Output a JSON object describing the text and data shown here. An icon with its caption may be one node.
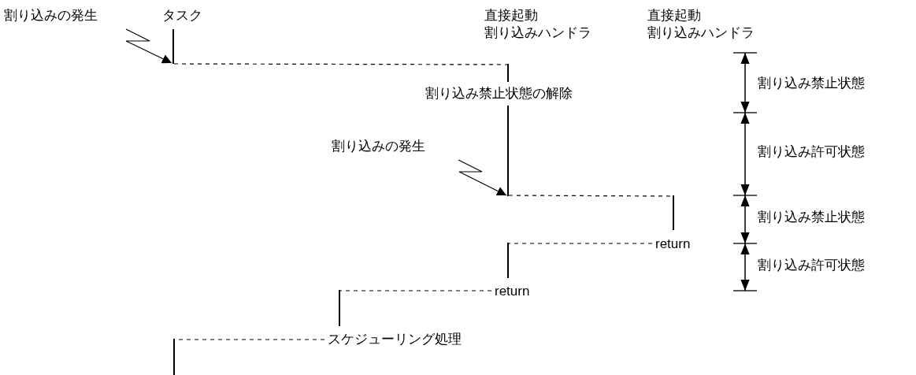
{
  "diagram": {
    "nodes": [
      {
        "text": [
          "割り込みの発生"
        ]
      },
      {
        "text": [],
        "shape": "bar"
      },
      {
        "text": [],
        "shape": "bar"
      },
      {
        "text": [
          "割り込みの発生"
        ]
      },
      {
        "text": [],
        "shape": "bar"
      },
      {
        "text": [
          "return"
        ]
      },
      {
        "text": [],
        "shape": "bar"
      },
      {
        "text": [
          "return"
        ]
      },
      {
        "text": [],
        "shape": "bar"
      },
      {
        "text": [
          "スケジューリング処理"
        ]
      },
      {
        "text": [],
        "shape": "bar"
      }
    ],
    "edges": [
      {
        "from": 0,
        "to": 1,
        "arrow": "to"
      },
      {
        "from": 1,
        "to": 2,
        "arrow": "none",
        "style": "dashed"
      },
      {
        "from": 3,
        "to": 2,
        "arrow": "to"
      },
      {
        "from": 2,
        "to": 4,
        "arrow": "none",
        "style": "dashed"
      },
      {
        "from": 5,
        "to": 6,
        "arrow": "none",
        "style": "dashed"
      },
      {
        "from": 7,
        "to": 8,
        "arrow": "none",
        "style": "dashed"
      },
      {
        "from": 9,
        "to": 10,
        "arrow": "none",
        "style": "dashed"
      }
    ],
    "labels": [
      "タスク",
      "直接起動割り込みハンドラ",
      "直接起動割り込みハンドラ",
      "割り込み禁止状態の解除",
      "割り込み禁止状態",
      "割り込み許可状態",
      "割り込み禁止状態",
      "割り込み許可状態"
    ]
  }
}
